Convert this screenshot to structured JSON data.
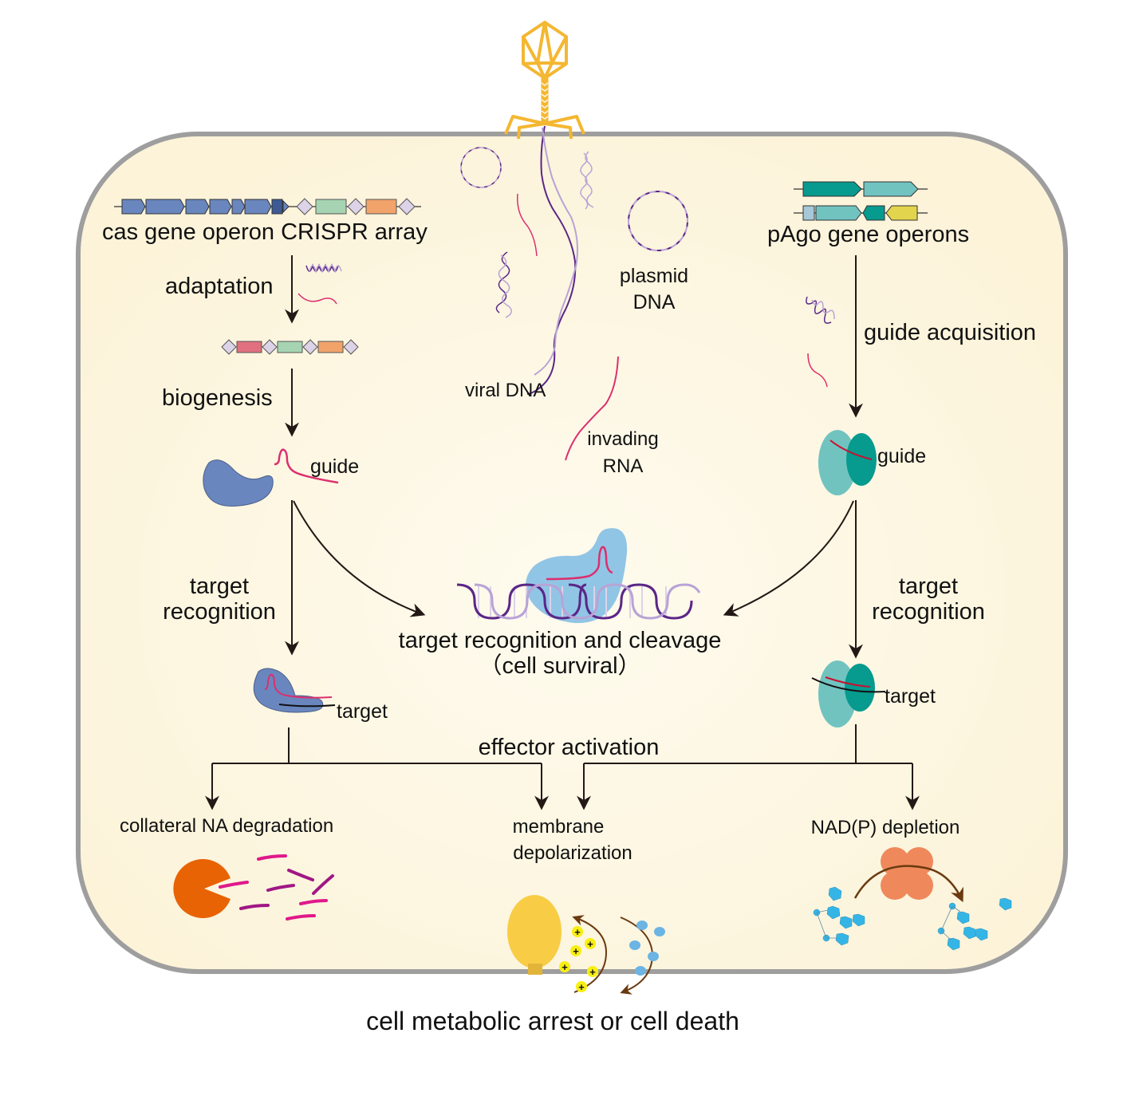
{
  "cell": {
    "membrane_color": "#9e9e9e",
    "cytoplasm_color": "#fdf6e0"
  },
  "colors": {
    "cas_gene": "#6a86be",
    "cas_gene_dark": "#3d5a94",
    "repeat": "#dcd3e8",
    "spacer_green": "#a6d4b2",
    "spacer_orange": "#f2a36a",
    "spacer_red": "#e0707f",
    "pago_dark": "#079a8e",
    "pago_light": "#71c3c0",
    "pago_blue": "#a6c8d8",
    "pago_yellow": "#e3d44e",
    "dna_dark": "#5b2687",
    "dna_light": "#b8a3d6",
    "rna": "#dc2f6e",
    "phage": "#f4b731",
    "cas_protein": "#6a86be",
    "cleavage_protein": "#91c5e6",
    "pacman": "#e86304",
    "pore": "#f8cd45",
    "ions": "#f8ef12",
    "nad_enzyme": "#ef895c",
    "nad_molecule": "#35b5e6",
    "arrow": "#231815",
    "brown_arrow": "#6b3a10"
  },
  "left_pathway": {
    "operon_label": "cas gene operon CRISPR array",
    "step1": "adaptation",
    "step2": "biogenesis",
    "guide_label": "guide",
    "step3_line1": "target",
    "step3_line2": "recognition",
    "target_label": "target"
  },
  "center": {
    "viral_dna_label": "viral DNA",
    "plasmid_label_line1": "plasmid",
    "plasmid_label_line2": "DNA",
    "invading_rna_line1": "invading",
    "invading_rna_line2": "RNA",
    "cleavage_line1": "target recognition and cleavage",
    "cleavage_line2": "（cell surviral）"
  },
  "right_pathway": {
    "operon_label": "pAgo gene operons",
    "step1": "guide acquisition",
    "guide_label": "guide",
    "step3_line1": "target",
    "step3_line2": "recognition",
    "target_label": "target"
  },
  "effector": {
    "title": "effector activation",
    "outcome1": "collateral NA degradation",
    "outcome2_line1": "membrane",
    "outcome2_line2": "depolarization",
    "outcome3": "NAD(P) depletion",
    "ion_symbol": "+"
  },
  "footer": {
    "result": "cell metabolic arrest or cell death"
  }
}
